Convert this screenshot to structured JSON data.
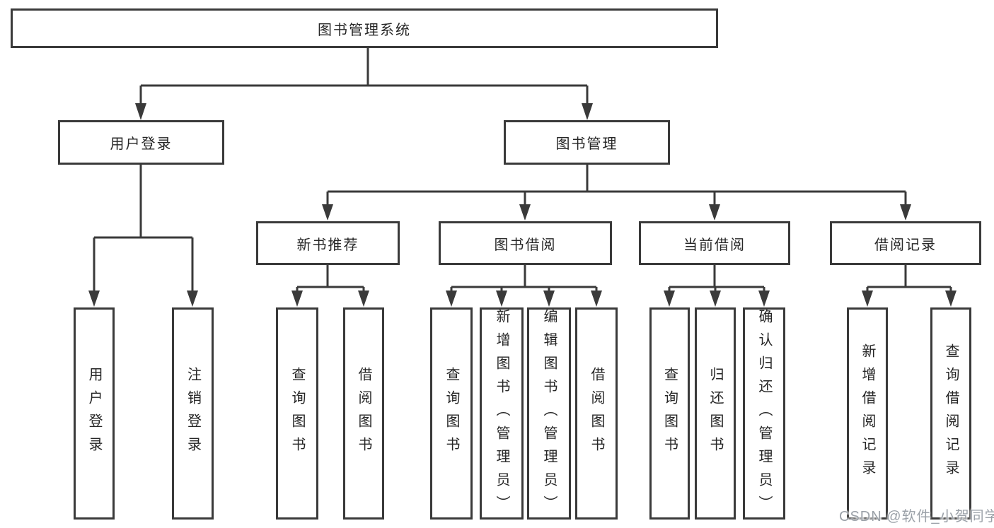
{
  "tree": {
    "root": {
      "label": "图书管理系统"
    },
    "branches": [
      {
        "label": "用户登录",
        "leaves": [
          {
            "label": "用户登录"
          },
          {
            "label": "注销登录"
          }
        ]
      },
      {
        "label": "图书管理",
        "groups": [
          {
            "label": "新书推荐",
            "leaves": [
              {
                "label": "查询图书"
              },
              {
                "label": "借阅图书"
              }
            ]
          },
          {
            "label": "图书借阅",
            "leaves": [
              {
                "label": "查询图书"
              },
              {
                "label": "新增图书（管理员）"
              },
              {
                "label": "编辑图书（管理员）"
              },
              {
                "label": "借阅图书"
              }
            ]
          },
          {
            "label": "当前借阅",
            "leaves": [
              {
                "label": "查询图书"
              },
              {
                "label": "归还图书"
              },
              {
                "label": "确认归还（管理员）"
              }
            ]
          },
          {
            "label": "借阅记录",
            "leaves": [
              {
                "label": "新增借阅记录"
              },
              {
                "label": "查询借阅记录"
              }
            ]
          }
        ]
      }
    ]
  },
  "watermark": {
    "text": "CSDN @软件_小贺同学"
  },
  "colors": {
    "line": "#3a3a3a",
    "box_border": "#3a3a3a",
    "text": "#262626",
    "background": "#ffffff",
    "watermark": "#9ba1a8"
  }
}
